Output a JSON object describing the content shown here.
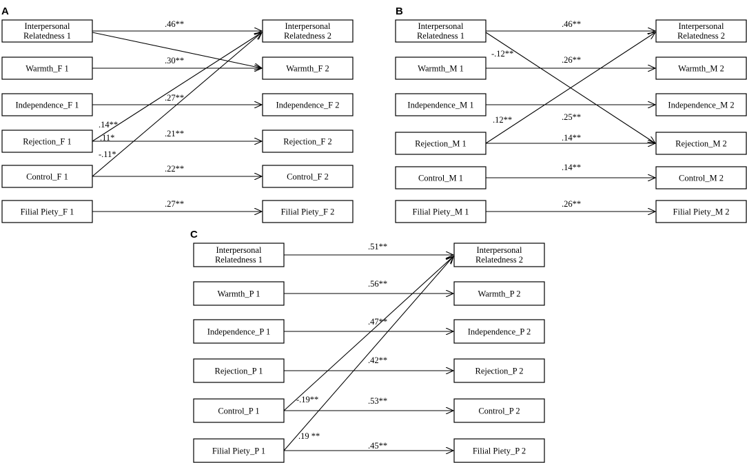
{
  "panels": [
    {
      "id": "A",
      "label": "A",
      "left_nodes": [
        [
          "Interpersonal",
          "Relatedness  1"
        ],
        [
          "Warmth_F  1"
        ],
        [
          "Independence_F  1"
        ],
        [
          "Rejection_F  1"
        ],
        [
          "Control_F  1"
        ],
        [
          "Filial Piety_F  1"
        ]
      ],
      "right_nodes": [
        [
          "Interpersonal",
          "Relatedness  2"
        ],
        [
          "Warmth_F  2"
        ],
        [
          "Independence_F  2"
        ],
        [
          "Rejection_F  2"
        ],
        [
          "Control_F  2"
        ],
        [
          "Filial  Piety_F  2"
        ]
      ],
      "edges": [
        {
          "from": 0,
          "to": 0,
          "label": ".46**"
        },
        {
          "from": 0,
          "to": 1,
          "label": ".11*"
        },
        {
          "from": 1,
          "to": 1,
          "label": ".30**"
        },
        {
          "from": 2,
          "to": 2,
          "label": ".27**"
        },
        {
          "from": 3,
          "to": 0,
          "label": ".14**"
        },
        {
          "from": 3,
          "to": 3,
          "label": ".21**"
        },
        {
          "from": 4,
          "to": 0,
          "label": "-.11*"
        },
        {
          "from": 4,
          "to": 4,
          "label": ".22**"
        },
        {
          "from": 5,
          "to": 5,
          "label": ".27**"
        }
      ]
    },
    {
      "id": "B",
      "label": "B",
      "left_nodes": [
        [
          "Interpersonal",
          "Relatedness  1"
        ],
        [
          "Warmth_M  1"
        ],
        [
          "Independence_M  1"
        ],
        [
          "Rejection_M  1"
        ],
        [
          "Control_M  1"
        ],
        [
          "Filial  Piety_M  1"
        ]
      ],
      "right_nodes": [
        [
          "Interpersonal",
          "Relatedness  2"
        ],
        [
          "Warmth_M  2"
        ],
        [
          "Independence_M  2"
        ],
        [
          "Rejection_M  2"
        ],
        [
          "Control_M  2"
        ],
        [
          "Filial  Piety_M  2"
        ]
      ],
      "edges": [
        {
          "from": 0,
          "to": 0,
          "label": ".46**"
        },
        {
          "from": 0,
          "to": 3,
          "label": "-.12**"
        },
        {
          "from": 1,
          "to": 1,
          "label": ".26**"
        },
        {
          "from": 2,
          "to": 2,
          "label": ".25**"
        },
        {
          "from": 3,
          "to": 0,
          "label": ".12**"
        },
        {
          "from": 3,
          "to": 3,
          "label": ".14**"
        },
        {
          "from": 4,
          "to": 4,
          "label": ".14**"
        },
        {
          "from": 5,
          "to": 5,
          "label": ".26**"
        }
      ]
    },
    {
      "id": "C",
      "label": "C",
      "left_nodes": [
        [
          "Interpersonal",
          "Relatedness  1"
        ],
        [
          "Warmth_P  1"
        ],
        [
          "Independence_P  1"
        ],
        [
          "Rejection_P  1"
        ],
        [
          "Control_P  1"
        ],
        [
          "Filial  Piety_P  1"
        ]
      ],
      "right_nodes": [
        [
          "Interpersonal",
          "Relatedness  2"
        ],
        [
          "Warmth_P  2"
        ],
        [
          "Independence_P  2"
        ],
        [
          "Rejection_P  2"
        ],
        [
          "Control_P  2"
        ],
        [
          "Filial  Piety_P  2"
        ]
      ],
      "edges": [
        {
          "from": 0,
          "to": 0,
          "label": ".51**"
        },
        {
          "from": 1,
          "to": 1,
          "label": ".56**"
        },
        {
          "from": 2,
          "to": 2,
          "label": ".47**"
        },
        {
          "from": 3,
          "to": 3,
          "label": ".42**"
        },
        {
          "from": 4,
          "to": 0,
          "label": "-.19**"
        },
        {
          "from": 4,
          "to": 4,
          "label": ".53**"
        },
        {
          "from": 5,
          "to": 0,
          "label": ".19 **"
        },
        {
          "from": 5,
          "to": 5,
          "label": ".45**"
        }
      ]
    }
  ]
}
